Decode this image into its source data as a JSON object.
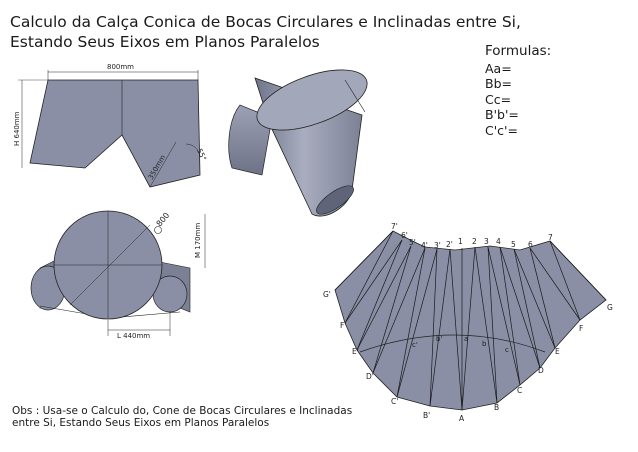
{
  "title": {
    "line1": "Calculo da Calça Conica de Bocas Circulares e Inclinadas entre Si,",
    "line2": "Estando Seus Eixos em Planos Paralelos"
  },
  "formulas": {
    "heading": "Formulas:",
    "items": [
      "Aa=",
      "Bb=",
      "Cc=",
      "B'b'=",
      "C'c'="
    ]
  },
  "obs": {
    "line1": "Obs : Usa-se o Calculo do, Cone de Bocas Circulares e Inclinadas",
    "line2": "entre Si, Estando Seus Eixos em Planos Paralelos"
  },
  "dims": {
    "width": "800mm",
    "height": "H 640mm",
    "slant": "350mm",
    "angle": "55°",
    "diameter": "800",
    "m": "M 170mm",
    "l": "L 440mm"
  },
  "pattern": {
    "top_labels": [
      "7'",
      "6'",
      "5'",
      "4'",
      "3'",
      "2'",
      "1",
      "2",
      "3",
      "4",
      "5",
      "6",
      "7"
    ],
    "left_labels": [
      "G'",
      "F'",
      "E'",
      "D'",
      "C'",
      "B'"
    ],
    "right_labels": [
      "G",
      "F",
      "E",
      "D",
      "C",
      "B",
      "A"
    ],
    "inner_labels": [
      "c'",
      "b'",
      "a",
      "b",
      "c"
    ]
  },
  "colors": {
    "fill": "#8a8fa6",
    "fill_dark": "#6e7388",
    "fill_light": "#b4b8c9",
    "stroke": "#1a1a1a"
  }
}
